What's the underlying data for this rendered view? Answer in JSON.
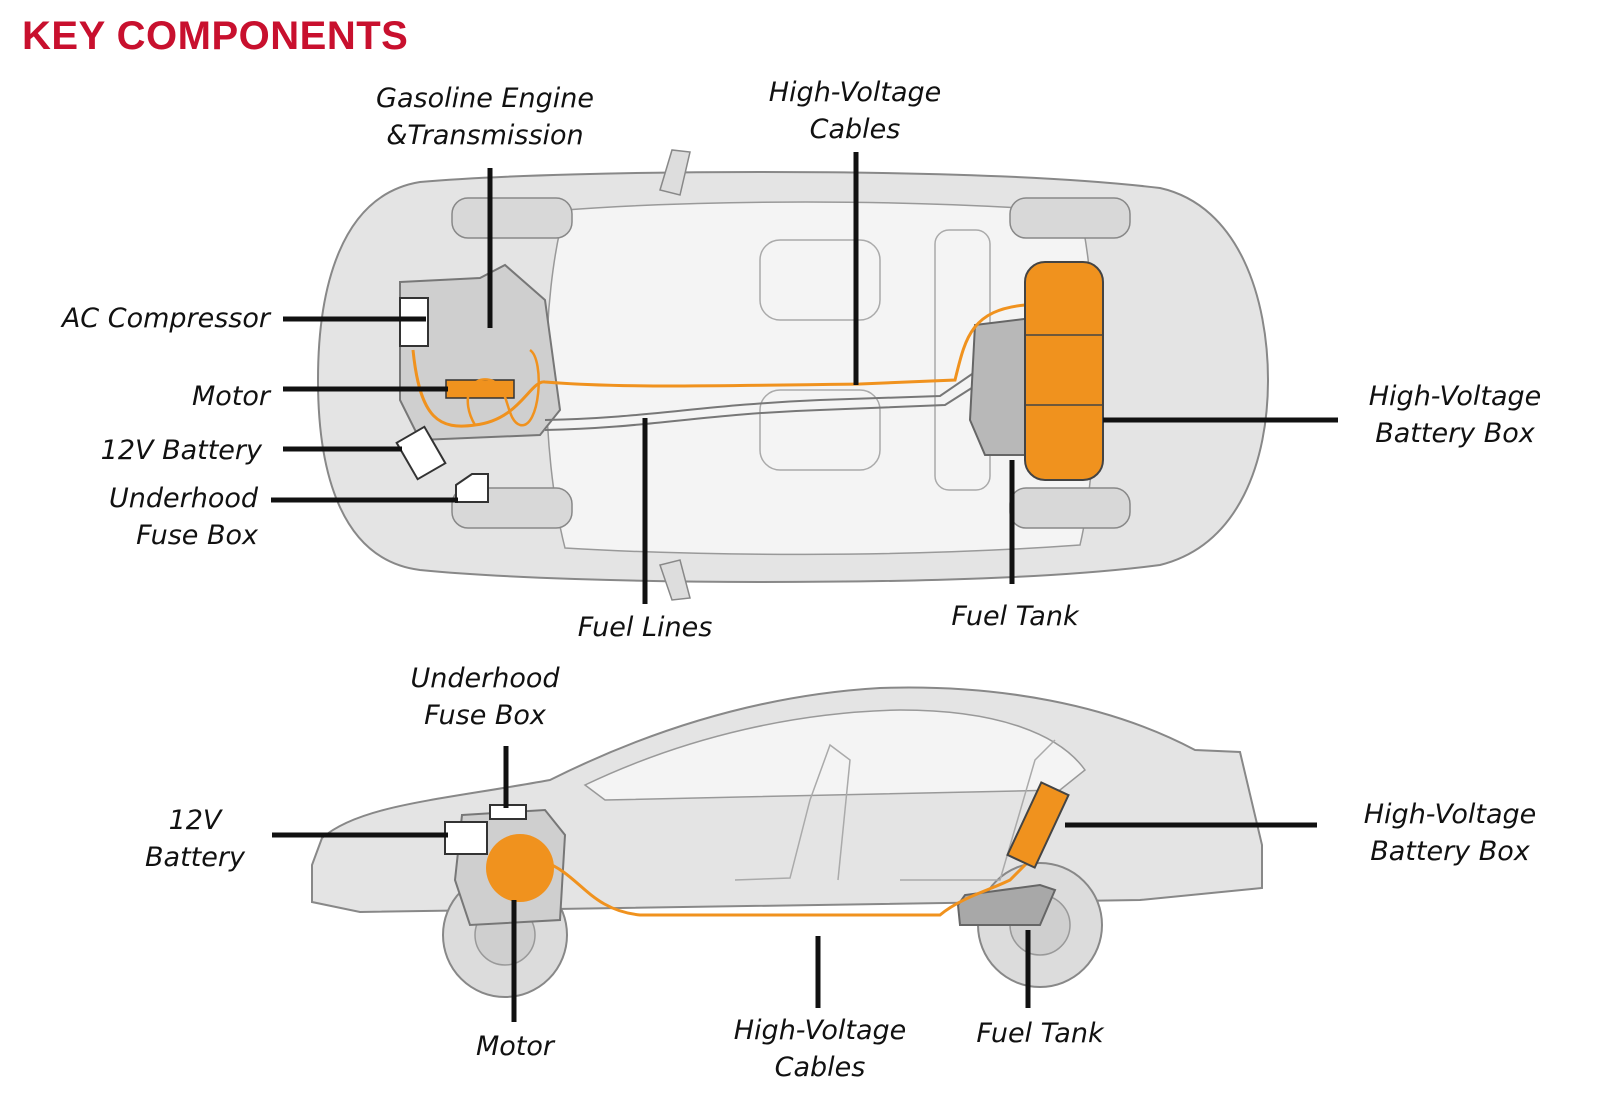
{
  "title": "KEY COMPONENTS",
  "colors": {
    "title": "#c8102e",
    "highlight": "#f0921e",
    "body": "#e4e4e4",
    "line": "#111111"
  },
  "top_view": {
    "gasoline_engine": "Gasoline Engine\n&Transmission",
    "hv_cables": "High-Voltage\nCables",
    "ac_compressor": "AC Compressor",
    "motor": "Motor",
    "battery_12v": "12V Battery",
    "underhood_fuse_box": "Underhood\nFuse Box",
    "hv_battery_box": "High-Voltage\nBattery Box",
    "fuel_lines": "Fuel Lines",
    "fuel_tank": "Fuel Tank"
  },
  "side_view": {
    "underhood_fuse_box": "Underhood\nFuse Box",
    "battery_12v": "12V\nBattery",
    "hv_battery_box": "High-Voltage\nBattery Box",
    "motor": "Motor",
    "hv_cables": "High-Voltage\nCables",
    "fuel_tank": "Fuel Tank"
  }
}
